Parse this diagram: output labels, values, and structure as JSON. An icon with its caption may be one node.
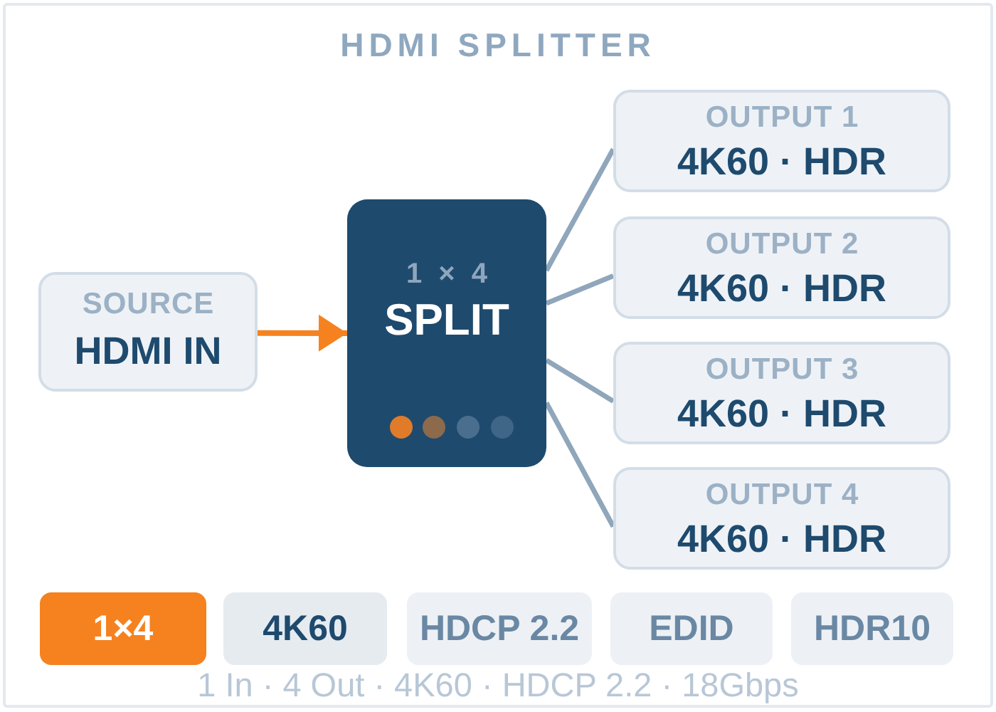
{
  "diagram": {
    "title": "HDMI SPLITTER",
    "nodes": [
      {
        "text": [
          "SOURCE",
          "HDMI IN"
        ]
      },
      {
        "text": [
          "1 × 4",
          "SPLIT"
        ]
      },
      {
        "text": [
          "OUTPUT 1",
          "4K60 · HDR"
        ]
      },
      {
        "text": [
          "OUTPUT 2",
          "4K60 · HDR"
        ]
      },
      {
        "text": [
          "OUTPUT 3",
          "4K60 · HDR"
        ]
      },
      {
        "text": [
          "OUTPUT 4",
          "4K60 · HDR"
        ]
      },
      {
        "text": [
          "1×4"
        ]
      },
      {
        "text": [
          "4K60"
        ]
      },
      {
        "text": [
          "HDCP 2.2"
        ]
      },
      {
        "text": [
          "EDID"
        ]
      },
      {
        "text": [
          "HDR10"
        ]
      }
    ],
    "edges": [
      {
        "from": 0,
        "to": 1,
        "arrow": "to",
        "color": "#f5821f"
      },
      {
        "from": 1,
        "to": 2,
        "arrow": "none"
      },
      {
        "from": 1,
        "to": 3,
        "arrow": "none"
      },
      {
        "from": 1,
        "to": 4,
        "arrow": "none"
      },
      {
        "from": 1,
        "to": 5,
        "arrow": "none"
      }
    ],
    "caption": "1 In · 4 Out · 4K60 · HDCP 2.2 · 18Gbps"
  }
}
